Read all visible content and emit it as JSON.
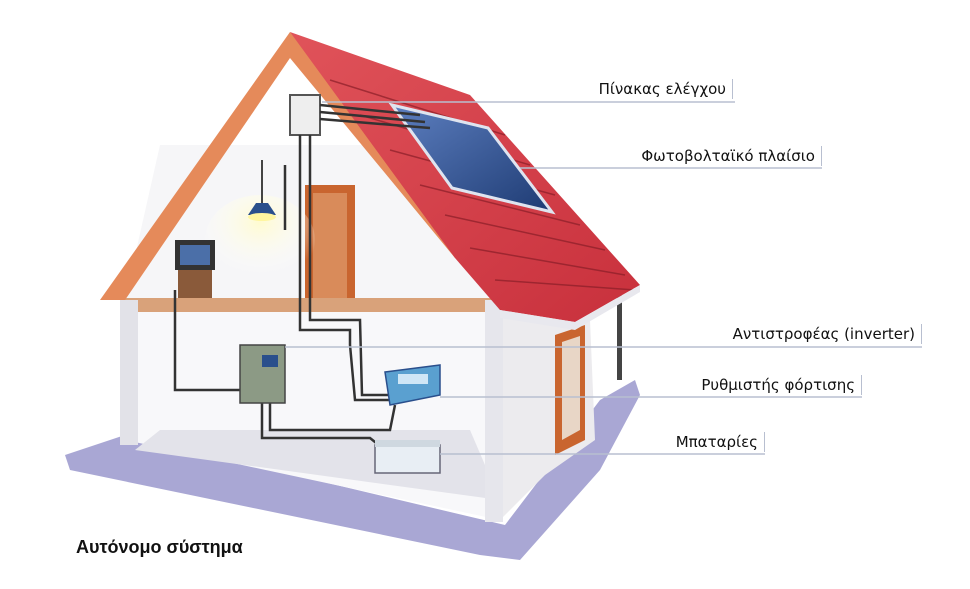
{
  "title": "Αυτόνομο σύστημα",
  "labels": {
    "control_panel": "Πίνακας ελέγχου",
    "pv_panel": "Φωτοβολταϊκό πλαίσιο",
    "inverter": "Αντιστροφέας (inverter)",
    "charge_controller": "Ρυθμιστής φόρτισης",
    "batteries": "Μπαταρίες"
  },
  "colors": {
    "roof": "#d9404a",
    "ground_shadow": "#a9a7d4",
    "wall": "#f4f4f6",
    "wood": "#c9652f",
    "panel": "#2a4f8c",
    "leader": "#b8bfd0"
  }
}
